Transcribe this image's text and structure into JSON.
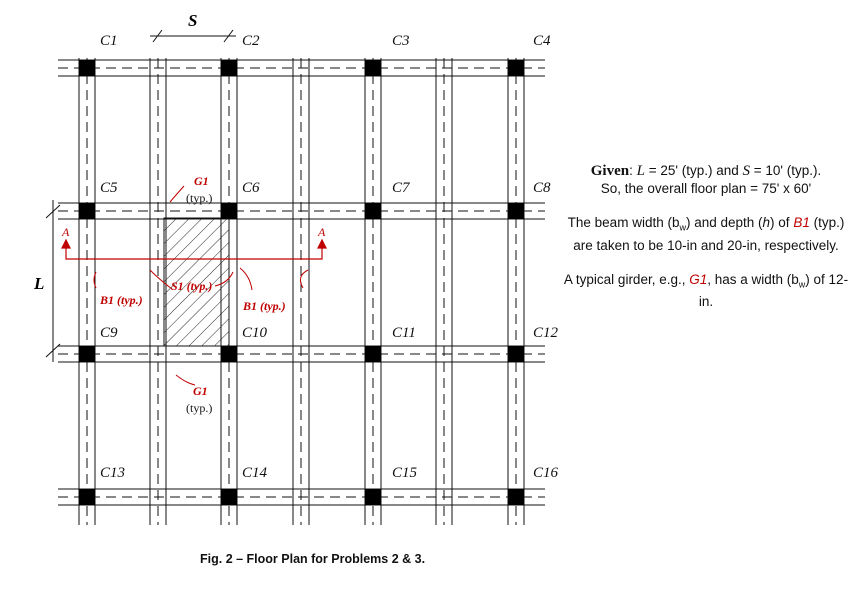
{
  "dimensions": {
    "span_label": "S",
    "length_label": "L"
  },
  "columns": {
    "top": [
      "C1",
      "C2",
      "C3",
      "C4"
    ],
    "row2": [
      "C5",
      "C6",
      "C7",
      "C8"
    ],
    "row3": [
      "C9",
      "C10",
      "C11",
      "C12"
    ],
    "bottom": [
      "C13",
      "C14",
      "C15",
      "C16"
    ]
  },
  "callouts": {
    "girder_top": "G1",
    "girder_top_sub": "(typ.)",
    "slab": "S1 (typ.)",
    "beam_left": "B1 (typ.)",
    "beam_right": "B1 (typ.)",
    "girder_bottom": "G1",
    "girder_bottom_sub": "(typ.)"
  },
  "section": {
    "left": "A",
    "right": "A"
  },
  "notes": {
    "given_label": "Given",
    "given_text_1": ": ",
    "given_L": "L",
    "given_text_2": " = 25' (typ.) and ",
    "given_S": "S",
    "given_text_3": " = 10' (typ.).",
    "overall": "So, the overall floor plan = 75' x 60'",
    "beam_text_1": "The beam width (b",
    "beam_sub_w": "w",
    "beam_text_2": ") and depth (",
    "beam_h": "h",
    "beam_text_3": ") of ",
    "beam_ref": "B1",
    "beam_text_4": " (typ.) are taken to be 10-in and 20-in, respectively.",
    "girder_text_1": "A typical girder, e.g., ",
    "girder_ref": "G1",
    "girder_text_2": ", has a width (b",
    "girder_sub_w": "w",
    "girder_text_3": ") of 12-in."
  },
  "caption": "Fig. 2 – Floor Plan for Problems 2 & 3.",
  "colors": {
    "line": "#111111",
    "accent": "#c00000",
    "column": "#000000"
  }
}
